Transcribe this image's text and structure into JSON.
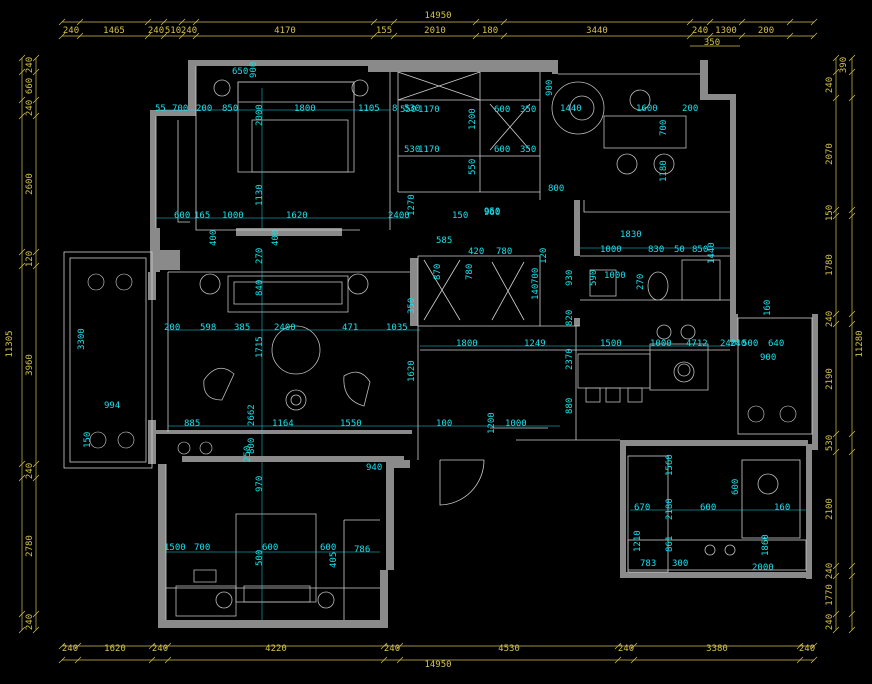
{
  "top_total": "14950",
  "bottom_total": "14950",
  "left_total": "11305",
  "right_total": "11280",
  "top_dims": [
    "240",
    "1465",
    "240",
    "510",
    "240",
    "4170",
    "155",
    "2010",
    "180",
    "3440",
    "240",
    "1300",
    "200"
  ],
  "top_sub": "350",
  "bottom_dims": [
    "240",
    "1620",
    "240",
    "4220",
    "240",
    "4530",
    "240",
    "3380",
    "240"
  ],
  "left_dims": [
    "240",
    "660",
    "240",
    "2600",
    "120",
    "3960",
    "240",
    "2780",
    "240"
  ],
  "right_dims": [
    "390",
    "240",
    "2070",
    "150",
    "1780",
    "240",
    "2190",
    "530",
    "2100",
    "240",
    "1770",
    "240"
  ],
  "interior_labels": [
    "650",
    "900",
    "55",
    "700",
    "200",
    "850",
    "1800",
    "1105",
    "8",
    "530",
    "1170",
    "350",
    "600",
    "550",
    "900",
    "1440",
    "1600",
    "200",
    "2000",
    "1200",
    "700",
    "530",
    "1170",
    "600",
    "350",
    "550",
    "1180",
    "800",
    "960",
    "1130",
    "600",
    "165",
    "1000",
    "1620",
    "2400",
    "1270",
    "150",
    "950",
    "1830",
    "1000",
    "830",
    "50",
    "850",
    "400",
    "400",
    "585",
    "420",
    "780",
    "270",
    "870",
    "780",
    "1440",
    "840",
    "1000",
    "590",
    "270",
    "120",
    "350",
    "930",
    "700",
    "140",
    "200",
    "598",
    "385",
    "2400",
    "471",
    "1035",
    "820",
    "240",
    "3300",
    "1715",
    "1800",
    "1249",
    "1500",
    "1000",
    "4712",
    "240",
    "500",
    "640",
    "160",
    "900",
    "2370",
    "1620",
    "994",
    "885",
    "2662",
    "1164",
    "1550",
    "100",
    "1200",
    "1000",
    "880",
    "150",
    "250",
    "800",
    "940",
    "970",
    "1560",
    "600",
    "670",
    "2180",
    "600",
    "160",
    "1210",
    "1500",
    "700",
    "600",
    "600",
    "786",
    "861",
    "783",
    "300",
    "2000",
    "1860",
    "500",
    "405"
  ]
}
